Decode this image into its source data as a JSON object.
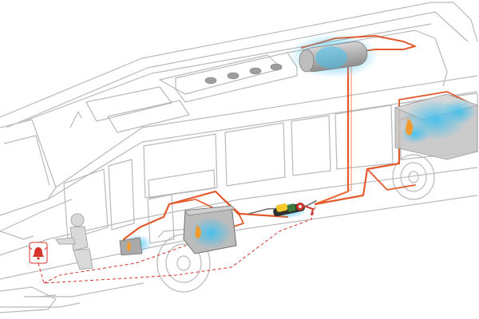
{
  "image": {
    "kind": "technical illustration",
    "theme_colors": {
      "outline": "#b9b9b9",
      "pipe": "#e25a2b",
      "pipe_light": "#f08a58",
      "alarm_line": "#d6332a",
      "cylinder_cool": "#43c1ee",
      "cylinder_steel": "#a9a9a9",
      "flame": "#f29a2e"
    },
    "components": [
      {
        "name": "roof-agent-cylinder",
        "icon": "cylinder-icon"
      },
      {
        "name": "engine-compartment-nozzles",
        "icon": "nozzle-icon"
      },
      {
        "name": "mid-floor-control-unit",
        "icon": "valve-icon"
      },
      {
        "name": "battery-box-nozzles",
        "icon": "nozzle-icon"
      },
      {
        "name": "front-heater-nozzle",
        "icon": "nozzle-icon"
      },
      {
        "name": "driver-alarm-panel",
        "icon": "alarm-icon"
      }
    ]
  }
}
